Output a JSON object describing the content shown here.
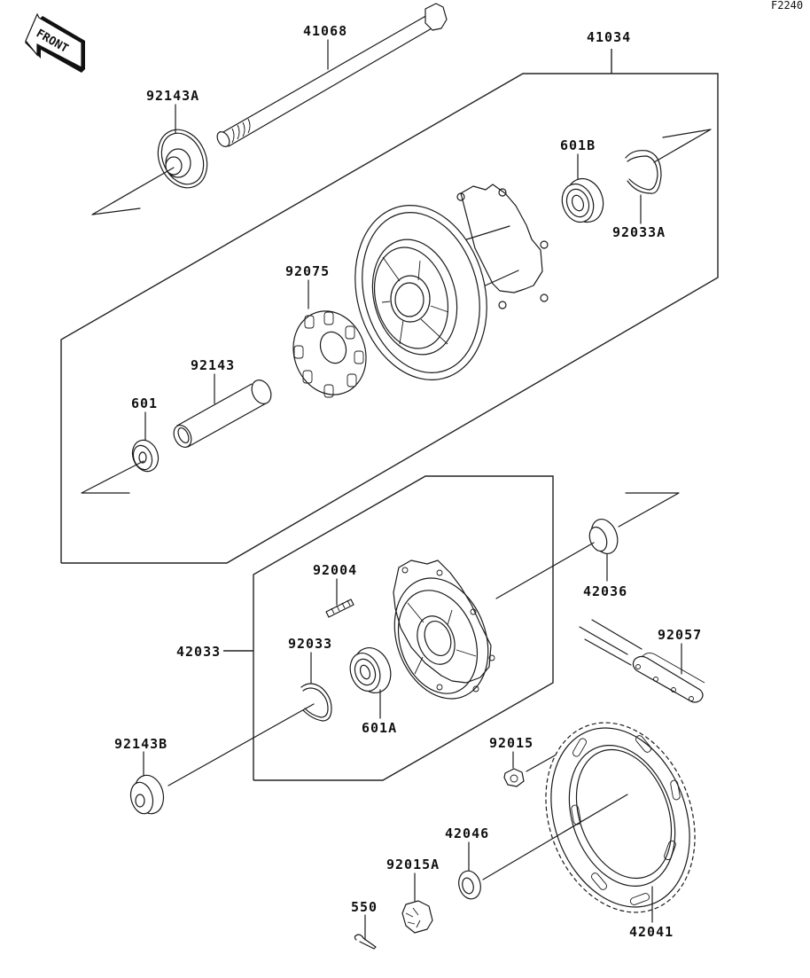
{
  "diagram": {
    "code": "F2240",
    "front_indicator": "FRONT",
    "colors": {
      "line": "#1a1a1a",
      "background": "#ffffff"
    },
    "parts": [
      {
        "id": "41068",
        "name": "rear axle"
      },
      {
        "id": "41034",
        "name": "rear hub assembly"
      },
      {
        "id": "92143A",
        "name": "collar"
      },
      {
        "id": "601B",
        "name": "ball bearing"
      },
      {
        "id": "92033A",
        "name": "circlip"
      },
      {
        "id": "92075",
        "name": "hub damper"
      },
      {
        "id": "92143",
        "name": "collar"
      },
      {
        "id": "601",
        "name": "ball bearing"
      },
      {
        "id": "42036",
        "name": "collar"
      },
      {
        "id": "92004",
        "name": "stud"
      },
      {
        "id": "42033",
        "name": "sprocket coupling assembly"
      },
      {
        "id": "92033",
        "name": "circlip"
      },
      {
        "id": "92057",
        "name": "drive chain"
      },
      {
        "id": "601A",
        "name": "ball bearing"
      },
      {
        "id": "92143B",
        "name": "collar"
      },
      {
        "id": "92015",
        "name": "nut"
      },
      {
        "id": "42046",
        "name": "washer"
      },
      {
        "id": "92015A",
        "name": "axle nut"
      },
      {
        "id": "42041",
        "name": "rear sprocket"
      },
      {
        "id": "550",
        "name": "cotter pin"
      }
    ]
  }
}
